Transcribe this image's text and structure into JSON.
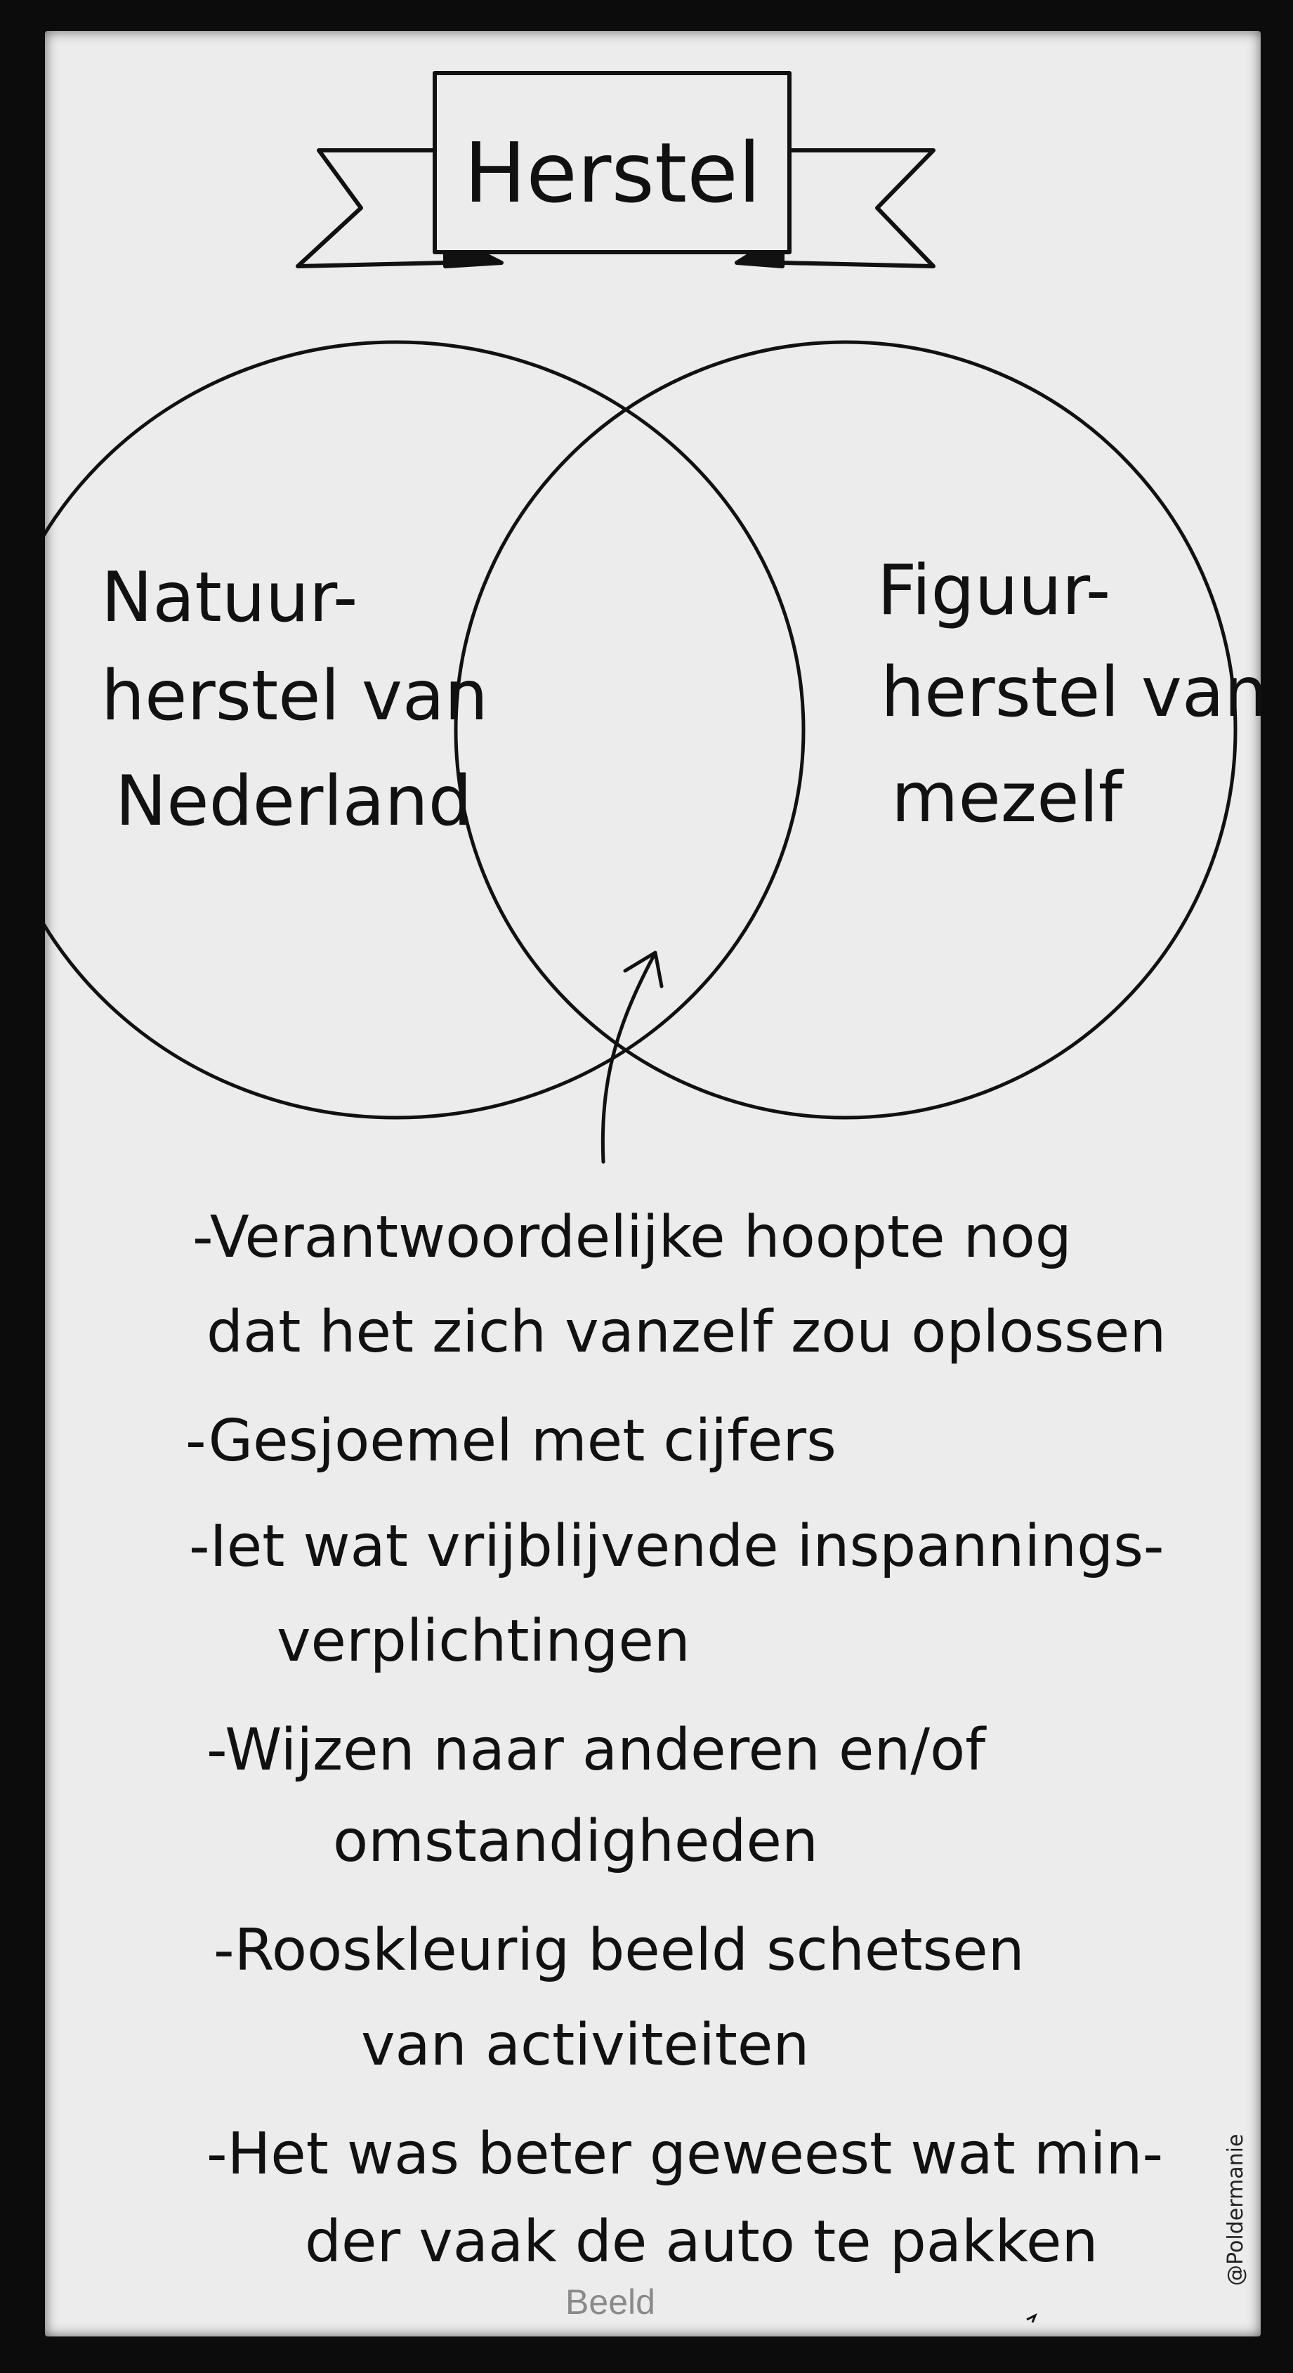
{
  "title": "Herstel",
  "left_circle": {
    "lines": [
      "Natuur-",
      "herstel van",
      "Nederland"
    ]
  },
  "right_circle": {
    "lines": [
      "Figuur-",
      "herstel van",
      "mezelf"
    ]
  },
  "list": [
    {
      "lines": [
        "-Verantwoordelijke hoopte nog",
        "dat het zich vanzelf zou oplossen"
      ]
    },
    {
      "lines": [
        "-Gesjoemel met cijfers"
      ]
    },
    {
      "lines": [
        "-Iet wat vrijblijvende inspannings-",
        "verplichtingen"
      ]
    },
    {
      "lines": [
        "-Wijzen naar anderen en/of",
        "omstandigheden"
      ]
    },
    {
      "lines": [
        "-Rooskleurig beeld schetsen",
        "van activiteiten"
      ]
    },
    {
      "lines": [
        "-Het was beter geweest wat min-",
        "der vaak de auto te pakken"
      ]
    }
  ],
  "signature": "@Poldermanie",
  "caption": "Beeld",
  "colors": {
    "ink": "#111111",
    "paper": "#ececec",
    "caption": "#8a8a8a",
    "frame": "#0c0c0c"
  }
}
